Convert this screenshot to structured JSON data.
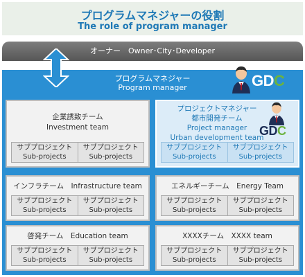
{
  "title": {
    "jp": "プログラムマネジャーの役割",
    "en": "The role of program manager"
  },
  "owner": {
    "label": "オーナー　Owner･City･Developer"
  },
  "program_manager": {
    "jp": "プログラムマネジャー",
    "en": "Program manager",
    "logo_text": "GDC"
  },
  "teams": [
    {
      "title_lines": [
        "企業誘致チーム",
        "Investment team"
      ],
      "sub_projects": [
        [
          "サブプロジェクト",
          "Sub-projects"
        ],
        [
          "サブプロジェクト",
          "Sub-projects"
        ]
      ]
    },
    {
      "title_lines": [
        "プロジェクトマネジャー",
        "都市開発チーム",
        "Project manager",
        "Urban development team"
      ],
      "logo_text": "GDC",
      "sub_projects": [
        [
          "サブプロジェクト",
          "Sub-projects"
        ],
        [
          "サブプロジェクト",
          "Sub-projects"
        ]
      ]
    },
    {
      "title_lines": [
        "インフラチーム　Infrastructure team"
      ],
      "sub_projects": [
        [
          "サブプロジェクト",
          "Sub-projects"
        ],
        [
          "サブプロジェクト",
          "Sub-projects"
        ]
      ]
    },
    {
      "title_lines": [
        "エネルギーチーム　Energy Team"
      ],
      "sub_projects": [
        [
          "サブプロジェクト",
          "Sub-projects"
        ],
        [
          "サブプロジェクト",
          "Sub-projects"
        ]
      ]
    },
    {
      "title_lines": [
        "啓発チーム　Education team"
      ],
      "sub_projects": [
        [
          "サブプロジェクト",
          "Sub-projects"
        ],
        [
          "サブプロジェクト",
          "Sub-projects"
        ]
      ]
    },
    {
      "title_lines": [
        "XXXXチーム　XXXX team"
      ],
      "sub_projects": [
        [
          "サブプロジェクト",
          "Sub-projects"
        ],
        [
          "サブプロジェクト",
          "Sub-projects"
        ]
      ]
    }
  ],
  "colors": {
    "brand_blue": "#2a8fd3",
    "title_blue": "#1f79b6",
    "logo_green": "#6cb33f",
    "logo_red": "#c8161d"
  }
}
